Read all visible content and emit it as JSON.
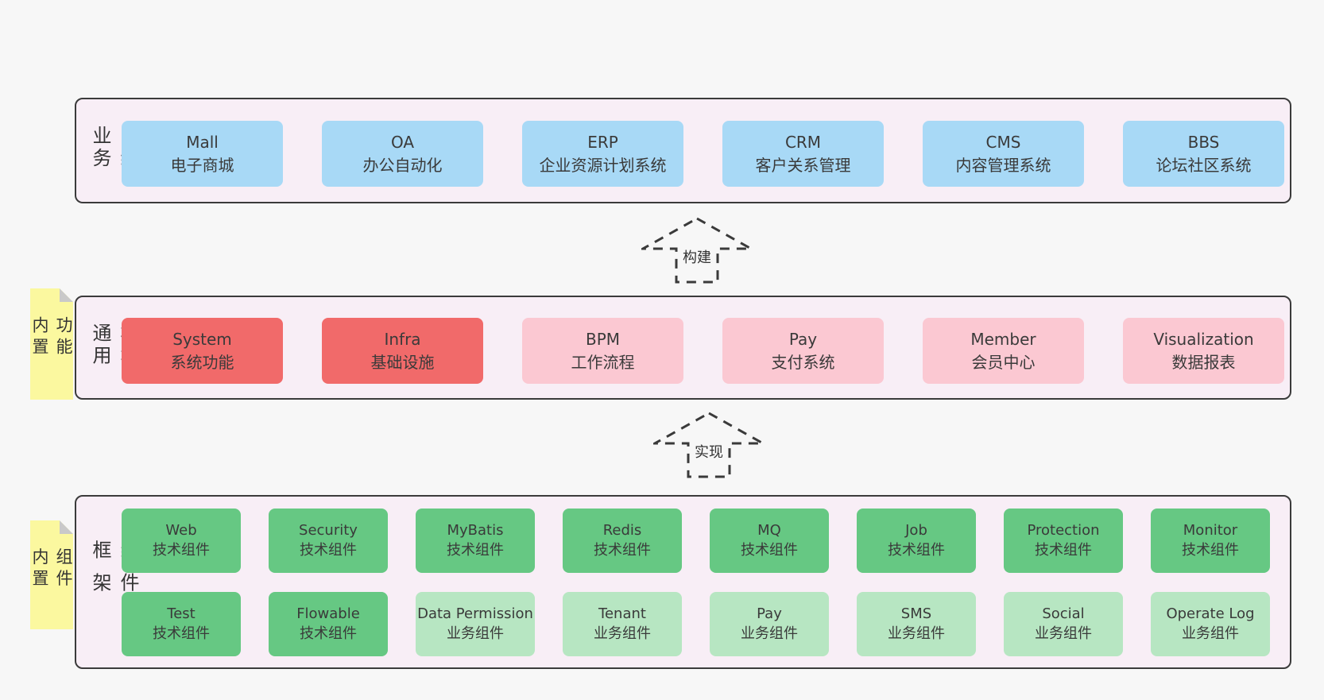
{
  "colors": {
    "page_background": "#f7f7f7",
    "layer_background": "#f8eef6",
    "layer_border": "#3b3b3b",
    "node_blue": "#a8d9f6",
    "node_red": "#f16a6a",
    "node_pink": "#fbc8d2",
    "node_green": "#66c883",
    "node_light_green": "#b7e6c2",
    "note_yellow": "#fbf89f",
    "note_fold_gray": "#c9c9c9",
    "text": "#3a3a3a"
  },
  "arrows": {
    "build": "构建",
    "implement": "实现"
  },
  "layers": {
    "business": {
      "label": "业务系统",
      "boxes": [
        {
          "name": "Mall",
          "desc": "电子商城"
        },
        {
          "name": "OA",
          "desc": "办公自动化"
        },
        {
          "name": "ERP",
          "desc": "企业资源计划系统"
        },
        {
          "name": "CRM",
          "desc": "客户关系管理"
        },
        {
          "name": "CMS",
          "desc": "内容管理系统"
        },
        {
          "name": "BBS",
          "desc": "论坛社区系统"
        }
      ]
    },
    "modules": {
      "label": "通用模块",
      "note": "内置功能",
      "boxes": [
        {
          "name": "System",
          "desc": "系统功能"
        },
        {
          "name": "Infra",
          "desc": "基础设施"
        },
        {
          "name": "BPM",
          "desc": "工作流程"
        },
        {
          "name": "Pay",
          "desc": "支付系统"
        },
        {
          "name": "Member",
          "desc": "会员中心"
        },
        {
          "name": "Visualization",
          "desc": "数据报表"
        }
      ]
    },
    "framework": {
      "label": "框架组件",
      "note": "内置组件",
      "row1": [
        {
          "name": "Web",
          "desc": "技术组件"
        },
        {
          "name": "Security",
          "desc": "技术组件"
        },
        {
          "name": "MyBatis",
          "desc": "技术组件"
        },
        {
          "name": "Redis",
          "desc": "技术组件"
        },
        {
          "name": "MQ",
          "desc": "技术组件"
        },
        {
          "name": "Job",
          "desc": "技术组件"
        },
        {
          "name": "Protection",
          "desc": "技术组件"
        },
        {
          "name": "Monitor",
          "desc": "技术组件"
        }
      ],
      "row2": [
        {
          "name": "Test",
          "desc": "技术组件"
        },
        {
          "name": "Flowable",
          "desc": "技术组件"
        },
        {
          "name": "Data Permission",
          "desc": "业务组件"
        },
        {
          "name": "Tenant",
          "desc": "业务组件"
        },
        {
          "name": "Pay",
          "desc": "业务组件"
        },
        {
          "name": "SMS",
          "desc": "业务组件"
        },
        {
          "name": "Social",
          "desc": "业务组件"
        },
        {
          "name": "Operate Log",
          "desc": "业务组件"
        }
      ]
    }
  }
}
